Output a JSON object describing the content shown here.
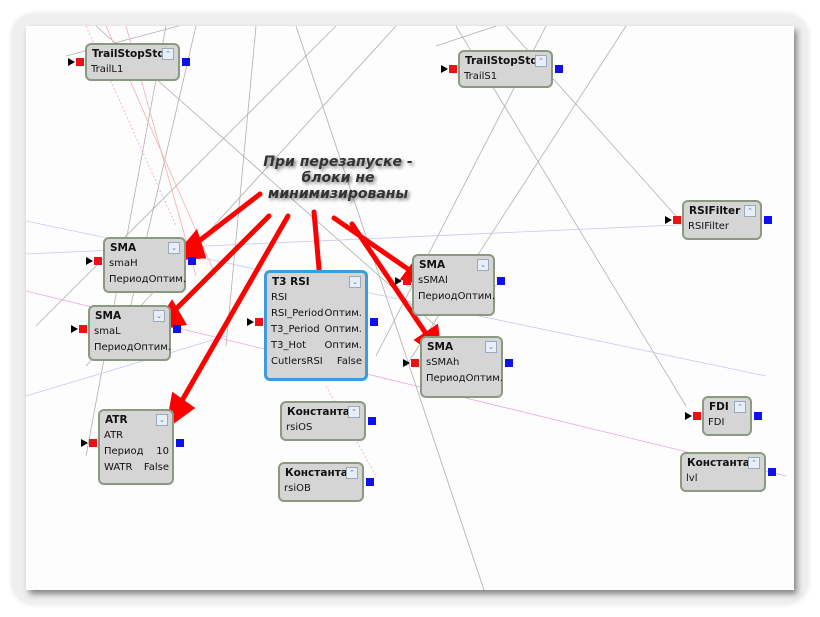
{
  "annotation": {
    "lines": [
      "При перезапуске -",
      "блоки не",
      "минимизированы"
    ]
  },
  "colors": {
    "input_port": "#ee1111",
    "output_port": "#1010ee",
    "selected_border": "#3d9be0",
    "arrow": "#ff0000"
  },
  "blocks": [
    {
      "id": "trailL1",
      "title": "TrailStopStd",
      "toggle": "expand-up",
      "rows": [
        [
          "TrailL1",
          ""
        ]
      ]
    },
    {
      "id": "trailS1",
      "title": "TrailStopStd",
      "toggle": "expand-up",
      "rows": [
        [
          "TrailS1",
          ""
        ]
      ]
    },
    {
      "id": "rsifilter",
      "title": "RSIFilter",
      "toggle": "expand-up",
      "rows": [
        [
          "RSIFilter",
          ""
        ]
      ]
    },
    {
      "id": "smaH",
      "title": "SMA",
      "toggle": "collapse-down",
      "rows": [
        [
          "smaH",
          ""
        ],
        [
          "Период",
          "Оптим."
        ]
      ]
    },
    {
      "id": "smaL",
      "title": "SMA",
      "toggle": "collapse-down",
      "rows": [
        [
          "smaL",
          ""
        ],
        [
          "Период",
          "Оптим."
        ]
      ]
    },
    {
      "id": "t3rsi",
      "title": "T3 RSI",
      "toggle": "collapse-down",
      "rows": [
        [
          "RSI",
          ""
        ],
        [
          "RSI_Period",
          "Оптим."
        ],
        [
          "T3_Period",
          "Оптим."
        ],
        [
          "T3_Hot",
          "Оптим."
        ],
        [
          "CutlersRSI",
          "False"
        ]
      ]
    },
    {
      "id": "sSMAl",
      "title": "SMA",
      "toggle": "collapse-down",
      "rows": [
        [
          "sSMAl",
          ""
        ],
        [
          "Период",
          "Оптим."
        ]
      ]
    },
    {
      "id": "sSMAh",
      "title": "SMA",
      "toggle": "collapse-down",
      "rows": [
        [
          "sSMAh",
          ""
        ],
        [
          "Период",
          "Оптим."
        ]
      ]
    },
    {
      "id": "atr",
      "title": "ATR",
      "toggle": "collapse-down",
      "rows": [
        [
          "ATR",
          ""
        ],
        [
          "Период",
          "10"
        ],
        [
          "WATR",
          "False"
        ]
      ]
    },
    {
      "id": "rsiOS",
      "title": "Константа",
      "toggle": "expand-up",
      "rows": [
        [
          "rsiOS",
          ""
        ]
      ]
    },
    {
      "id": "rsiOB",
      "title": "Константа",
      "toggle": "expand-up",
      "rows": [
        [
          "rsiOB",
          ""
        ]
      ]
    },
    {
      "id": "fdi",
      "title": "FDI",
      "toggle": "expand-up",
      "rows": [
        [
          "FDI",
          ""
        ]
      ]
    },
    {
      "id": "lvl",
      "title": "Константа",
      "toggle": "expand-up",
      "rows": [
        [
          "lvl",
          ""
        ]
      ]
    }
  ]
}
